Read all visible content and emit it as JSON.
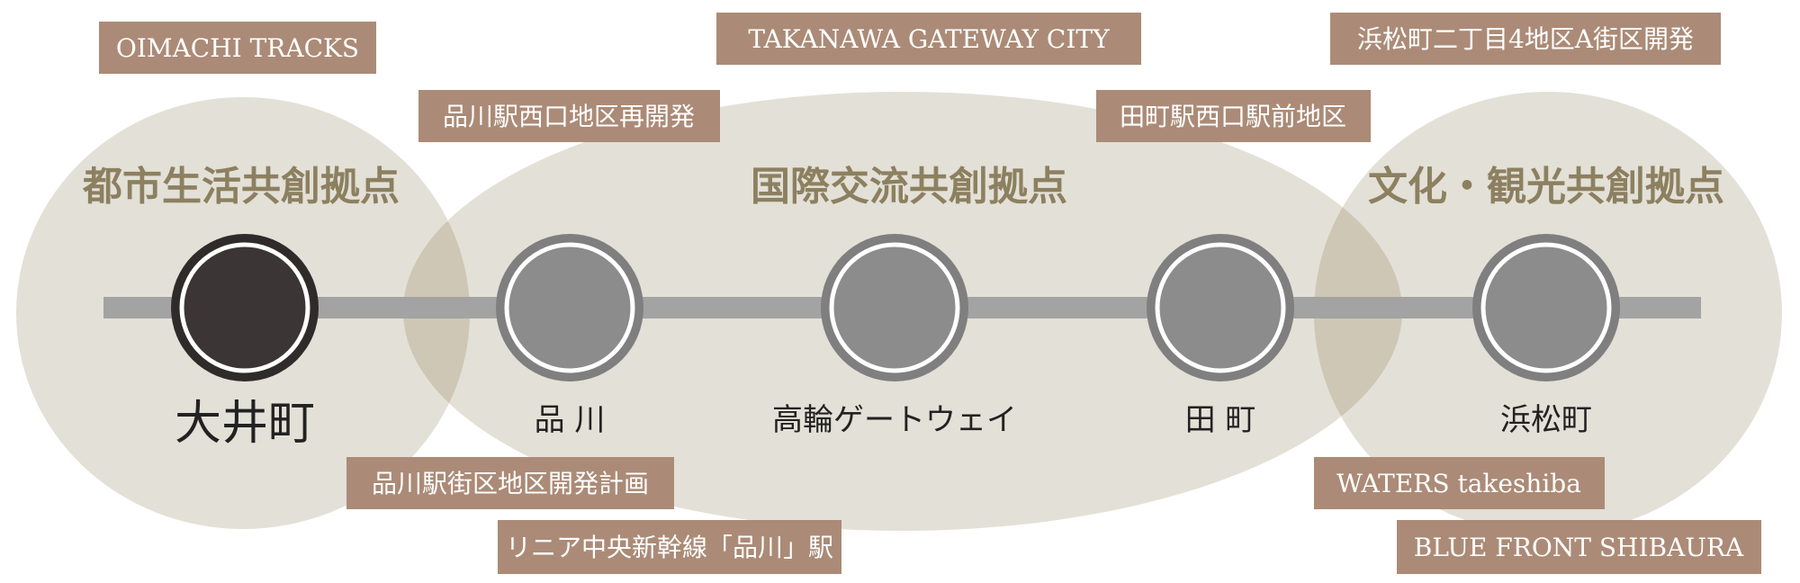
{
  "colors": {
    "zone_fill": "#e3e0d7",
    "overlap_fill": "#cec7b5",
    "zone_label": "#8c8060",
    "tag_fill": "#ab8b77",
    "tag_text": "#ffffff",
    "line": "#a3a3a3",
    "station_outer": "#7f7f7f",
    "station_inner": "#8c8c8c",
    "current_station_outer": "#2f2b2b",
    "current_station_inner": "#3b3535",
    "station_label": "#222222"
  },
  "zones": [
    {
      "id": "oimachi",
      "label": "都市生活共創拠点"
    },
    {
      "id": "international",
      "label": "国際交流共創拠点"
    },
    {
      "id": "culture",
      "label": "文化・観光共創拠点"
    }
  ],
  "stations": [
    {
      "id": "oimachi",
      "label": "大井町",
      "current": true
    },
    {
      "id": "shinagawa",
      "label": "品 川",
      "current": false
    },
    {
      "id": "takanawa",
      "label": "高輪ゲートウェイ",
      "current": false
    },
    {
      "id": "tamachi",
      "label": "田 町",
      "current": false
    },
    {
      "id": "hamamatsucho",
      "label": "浜松町",
      "current": false
    }
  ],
  "projects": [
    {
      "id": "oimachi-tracks",
      "label": "OIMACHI TRACKS"
    },
    {
      "id": "shinagawa-west",
      "label": "品川駅西口地区再開発"
    },
    {
      "id": "takanawa-gateway",
      "label": "TAKANAWA GATEWAY CITY"
    },
    {
      "id": "tamachi-west",
      "label": "田町駅西口駅前地区"
    },
    {
      "id": "hamamatsucho-2chome",
      "label": "浜松町二丁目4地区A街区開発"
    },
    {
      "id": "shinagawa-block",
      "label": "品川駅街区地区開発計画"
    },
    {
      "id": "linear-shinagawa",
      "label": "リニア中央新幹線「品川」駅"
    },
    {
      "id": "waters-takeshiba",
      "label": "WATERS takeshiba"
    },
    {
      "id": "blue-front",
      "label": "BLUE FRONT SHIBAURA"
    }
  ]
}
